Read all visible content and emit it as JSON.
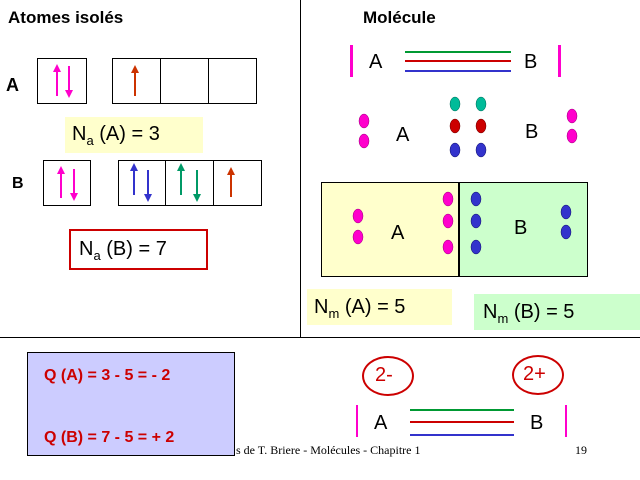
{
  "left": {
    "title": "Atomes isolés",
    "atom_a_label": "A",
    "atom_b_label": "B",
    "na_a": {
      "prefix": "N",
      "sub": "a",
      "rest": " (A) = 3"
    },
    "na_b": {
      "prefix": "N",
      "sub": "a",
      "rest": " (B) = 7"
    }
  },
  "right": {
    "title": "Molécule",
    "bond_label_a": "A",
    "bond_label_b": "B",
    "dots_label_a": "A",
    "dots_label_b": "B",
    "box_label_a": "A",
    "box_label_b": "B",
    "nm_a": {
      "prefix": "N",
      "sub": "m",
      "rest": " (A) = 5"
    },
    "nm_b": {
      "prefix": "N",
      "sub": "m",
      "rest": " (B) = 5"
    }
  },
  "bottom": {
    "q_a": "Q (A) = 3 - 5 = - 2",
    "q_b": "Q (B) = 7 - 5 = + 2",
    "charge_a": "2-",
    "charge_b": "2+",
    "label_a": "A",
    "label_b": "B",
    "footer_text": "s de T. Briere - Molécules - Chapitre 1",
    "page_number": "19"
  },
  "colors": {
    "magenta": "#ff00cc",
    "orange": "#cc3300",
    "blue": "#3333cc",
    "teal": "#009966",
    "dark_red": "#cc0000",
    "green": "#009933",
    "yellow_bg": "#ffffcc",
    "green_bg": "#ccffcc",
    "lavender_bg": "#ccccff"
  }
}
